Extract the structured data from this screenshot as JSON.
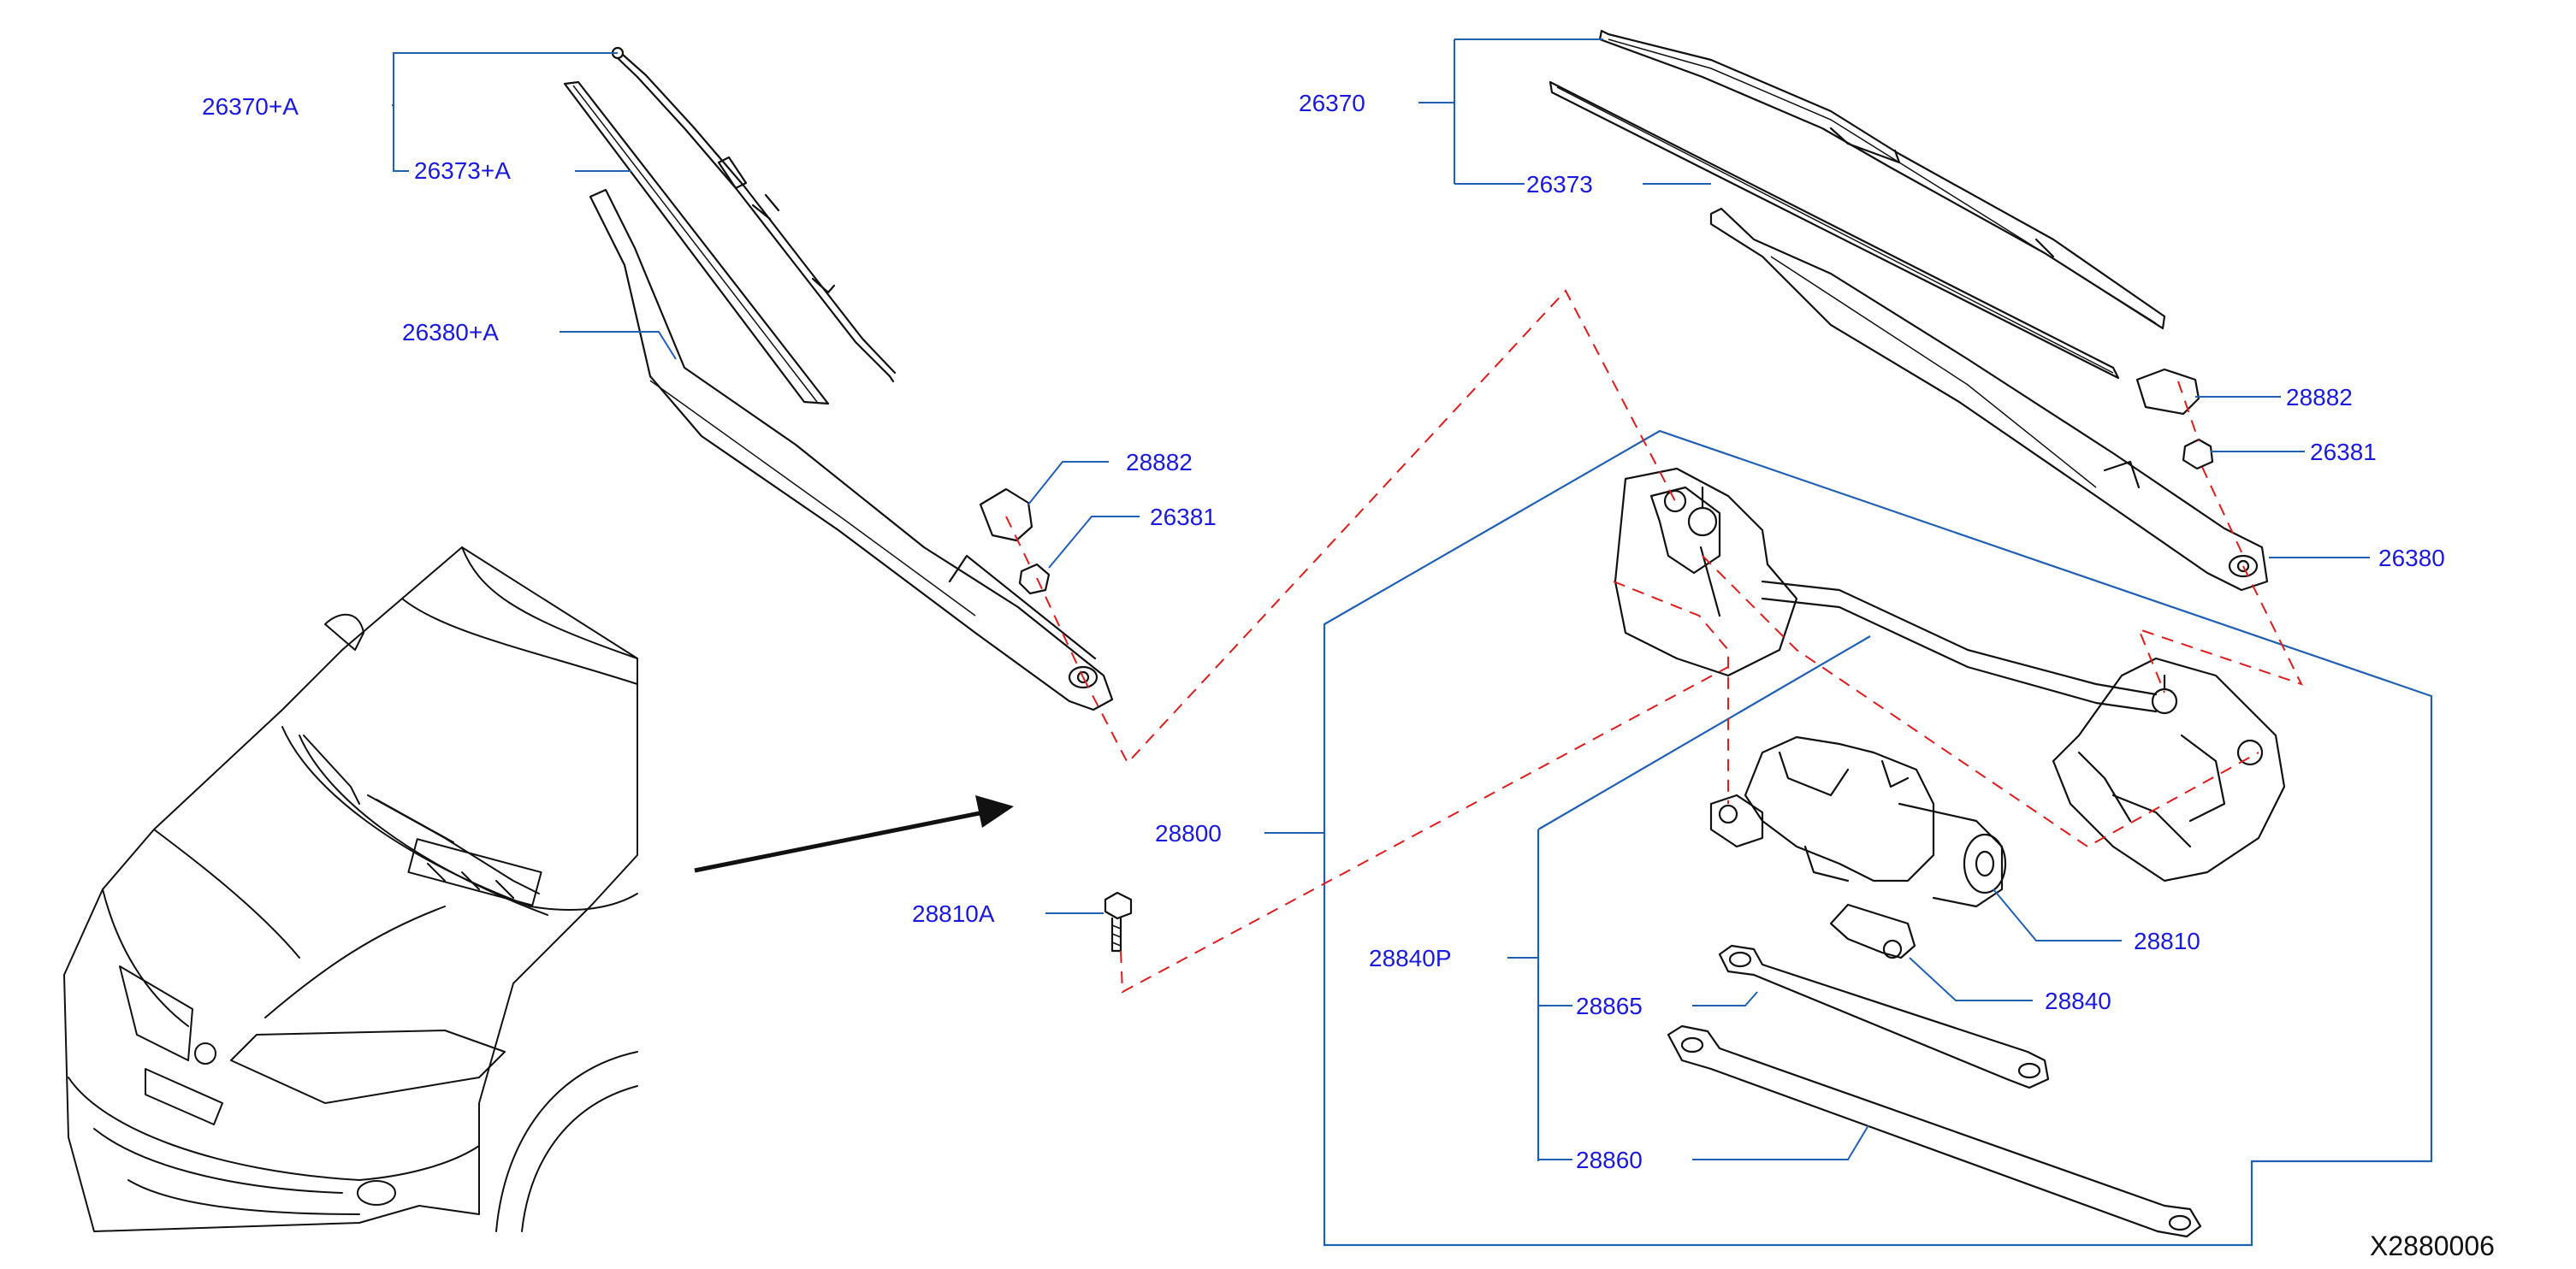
{
  "colors": {
    "label": "#1a1adf",
    "leader": "#1f5fb4",
    "dash": "#e01b1b",
    "line": "#111111"
  },
  "labels": {
    "l26370A": "26370+A",
    "l26373A": "26373+A",
    "l26380A": "26380+A",
    "l28882L": "28882",
    "l26381L": "26381",
    "l26370": "26370",
    "l26373": "26373",
    "l28882R": "28882",
    "l26381R": "26381",
    "l26380": "26380",
    "l28800": "28800",
    "l28810A": "28810A",
    "l28840P": "28840P",
    "l28865": "28865",
    "l28810": "28810",
    "l28840": "28840",
    "l28860": "28860"
  },
  "diagram_code": "X2880006"
}
